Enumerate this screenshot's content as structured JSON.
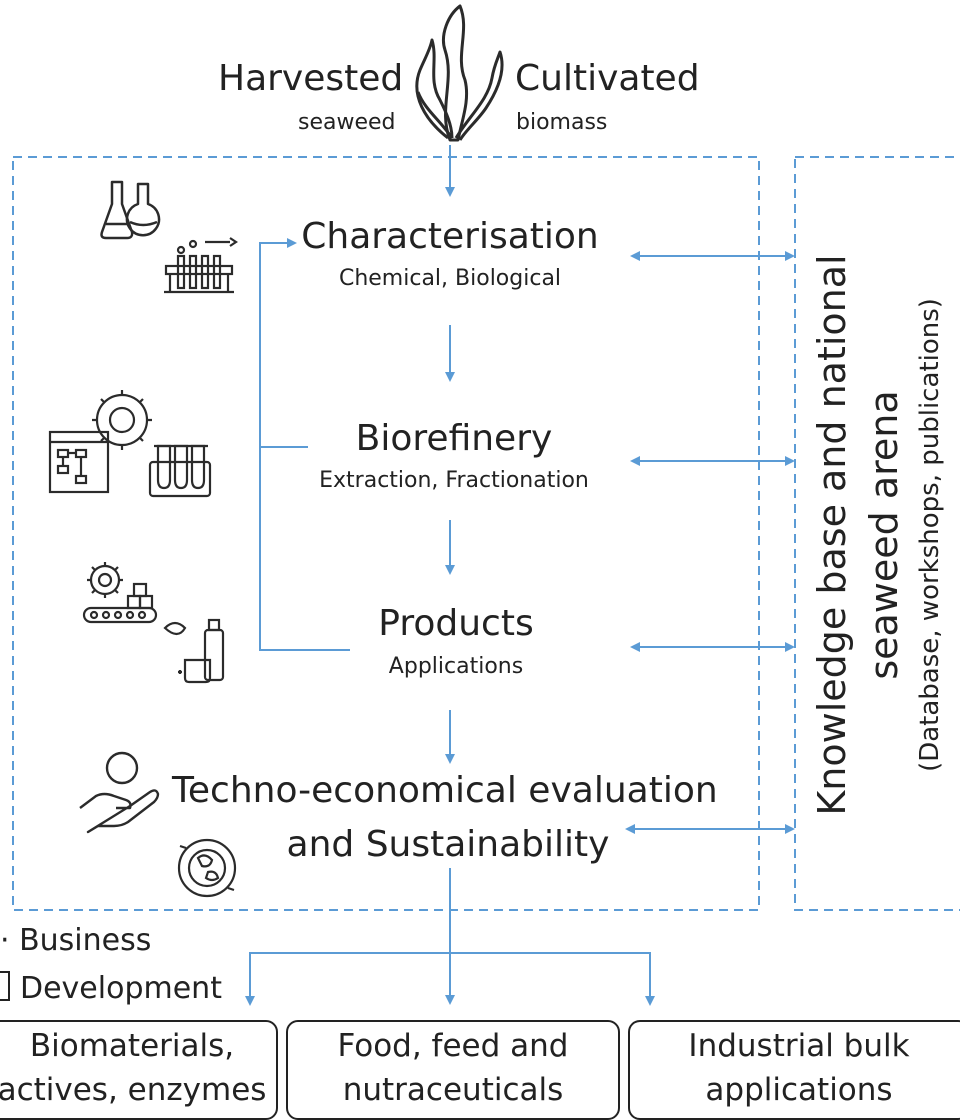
{
  "top": {
    "left_label": "Harvested",
    "left_sub": "seaweed",
    "right_label": "Cultivated",
    "right_sub": "biomass"
  },
  "steps": [
    {
      "title": "Characterisation",
      "subtitle": "Chemical, Biological"
    },
    {
      "title": "Biorefinery",
      "subtitle": "Extraction, Fractionation"
    },
    {
      "title": "Products",
      "subtitle": "Applications"
    }
  ],
  "evaluation": {
    "line1": "Techno-economical evaluation",
    "line2": "and Sustainability"
  },
  "knowledge": {
    "line1": "Knowledge base and national",
    "line2": "seaweed arena",
    "line3": "(Database, workshops, publications)"
  },
  "legend": {
    "item1": "Business",
    "item2": "Development"
  },
  "outputs": [
    {
      "line1": "Biomaterials,",
      "line2": "actives, enzymes"
    },
    {
      "line1": "Food, feed and",
      "line2": "nutraceuticals"
    },
    {
      "line1": "Industrial bulk",
      "line2": "applications"
    }
  ],
  "colors": {
    "arrow": "#5b9bd5",
    "text": "#222222",
    "icon": "#2b2b2b"
  },
  "icons": [
    "seaweed-icon",
    "lab-flasks-icon",
    "test-tube-rack-icon",
    "process-flow-gear-icon",
    "test-tubes-icon",
    "conveyor-gear-icon",
    "cosmetics-icon",
    "money-hand-icon",
    "earth-cycle-icon"
  ]
}
